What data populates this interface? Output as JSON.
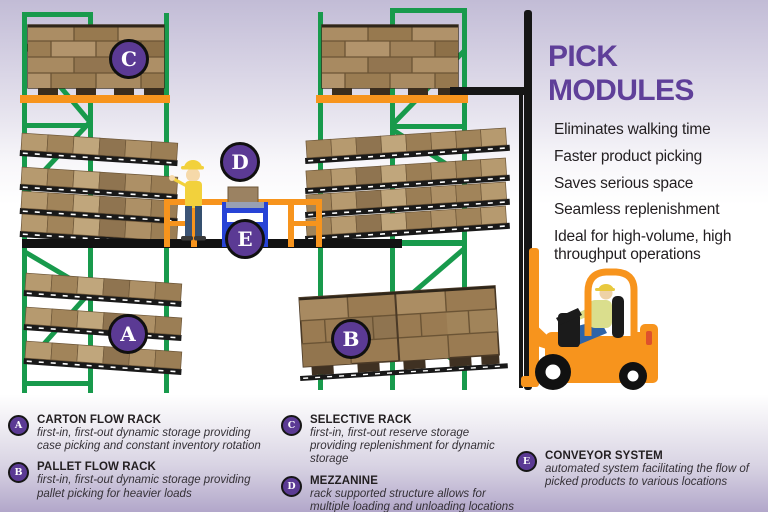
{
  "title": "PICK MODULES",
  "benefits": [
    "Eliminates walking time",
    "Faster product picking",
    "Saves serious space",
    "Seamless replenishment",
    "Ideal for high-volume, high throughput operations"
  ],
  "legend": {
    "items": [
      {
        "letter": "A",
        "title": "CARTON FLOW RACK",
        "desc": "first-in, first-out dynamic storage providing case picking and constant inventory rotation"
      },
      {
        "letter": "B",
        "title": "PALLET FLOW RACK",
        "desc": "first-in, first-out dynamic storage providing pallet picking for heavier loads"
      },
      {
        "letter": "C",
        "title": "SELECTIVE RACK",
        "desc": "first-in, first-out reserve storage providing replenishment for dynamic storage"
      },
      {
        "letter": "D",
        "title": "MEZZANINE",
        "desc": "rack supported structure allows for multiple loading and unloading locations"
      },
      {
        "letter": "E",
        "title": "CONVEYOR SYSTEM",
        "desc": "automated system facilitating the flow of picked products to various locations"
      }
    ]
  },
  "figures": [
    "carton-flow-rack",
    "pallet-flow-rack",
    "selective-rack",
    "mezzanine",
    "conveyor-machine",
    "picker-worker",
    "forklift"
  ],
  "colors": {
    "accent_purple": "#5f3f99",
    "badge_purple": "#5b3a94",
    "rack_green": "#189a4c",
    "beam_orange": "#f7941d",
    "conveyor_blue": "#2743d6",
    "box_tan": "#a8895f",
    "text_dark": "#221e20"
  }
}
